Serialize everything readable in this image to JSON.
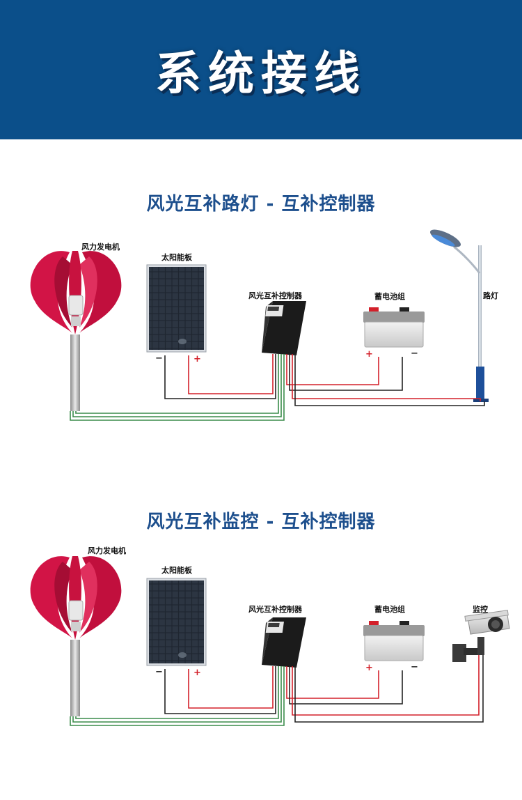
{
  "header": {
    "title": "系统接线"
  },
  "sections": [
    {
      "title": "风光互补路灯 - 互补控制器",
      "labels": {
        "wind": "风力发电机",
        "solar": "太阳能板",
        "controller": "风光互补控制器",
        "battery": "蓄电池组",
        "load": "路灯"
      },
      "polarity": {
        "minus": "−",
        "plus": "+"
      }
    },
    {
      "title": "风光互补监控 - 互补控制器",
      "labels": {
        "wind": "风力发电机",
        "solar": "太阳能板",
        "controller": "风光互补控制器",
        "battery": "蓄电池组",
        "load": "监控"
      },
      "polarity": {
        "minus": "−",
        "plus": "+"
      }
    }
  ],
  "colors": {
    "header_bg": "#0b4f8a",
    "title_blue": "#1d4f8d",
    "turbine_red": "#d21446",
    "wire_red": "#d3202a",
    "wire_green": "#3a8c4a",
    "wire_black": "#222222"
  },
  "icons": [
    "wind-turbine-icon",
    "solar-panel-icon",
    "controller-icon",
    "battery-icon",
    "street-lamp-icon",
    "cctv-camera-icon"
  ]
}
